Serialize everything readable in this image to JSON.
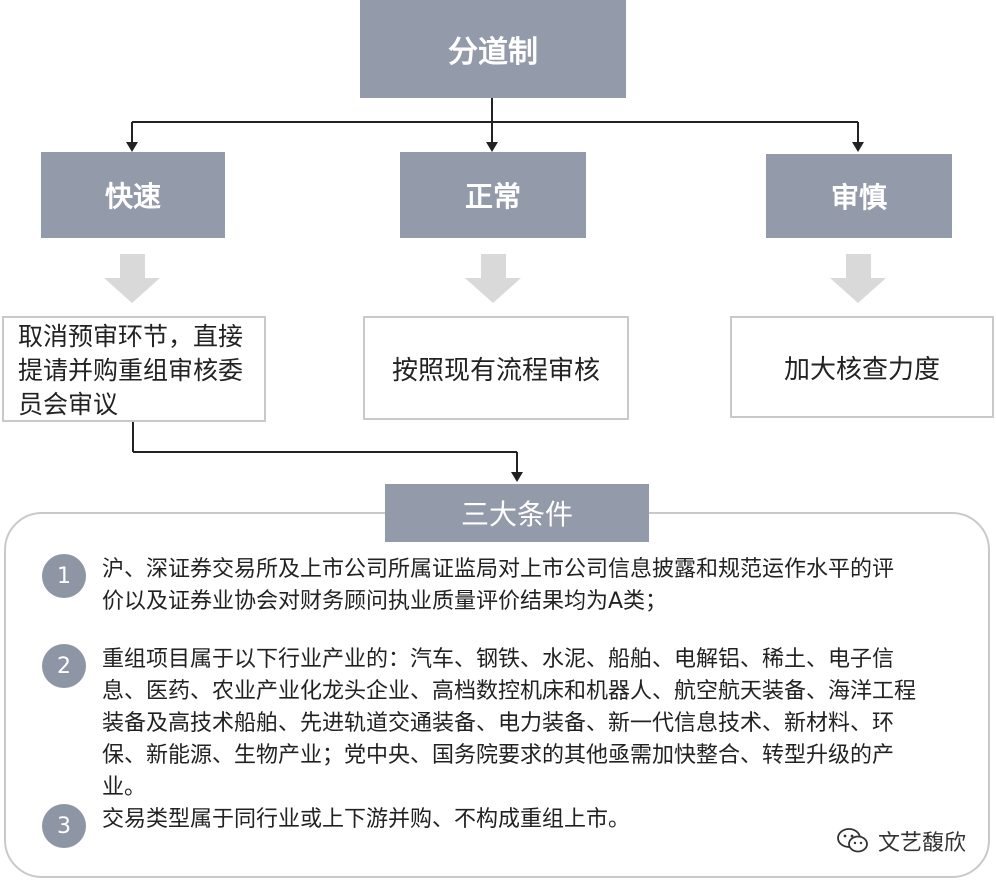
{
  "root": {
    "label": "分道制"
  },
  "tracks": [
    {
      "label": "快速",
      "detail": "取消预审环节，直接提请并购重组审核委员会审议"
    },
    {
      "label": "正常",
      "detail": "按照现有流程审核"
    },
    {
      "label": "审慎",
      "detail": "加大核查力度"
    }
  ],
  "conditions": {
    "title": "三大条件",
    "items": [
      {
        "num": "1",
        "text": "沪、深证券交易所及上市公司所属证监局对上市公司信息披露和规范运作水平的评价以及证券业协会对财务顾问执业质量评价结果均为A类；"
      },
      {
        "num": "2",
        "text": "重组项目属于以下行业产业的：汽车、钢铁、水泥、船舶、电解铝、稀土、电子信息、医药、农业产业化龙头企业、高档数控机床和机器人、航空航天装备、海洋工程装备及高技术船舶、先进轨道交通装备、电力装备、新一代信息技术、新材料、环保、新能源、生物产业；党中央、国务院要求的其他亟需加快整合、转型升级的产业。"
      },
      {
        "num": "3",
        "text": "交易类型属于同行业或上下游并购、不构成重组上市。"
      }
    ]
  },
  "watermark": {
    "text": "文艺馥欣",
    "icon": "wechat-icon"
  },
  "colors": {
    "box_fill": "#939aa9",
    "badge_fill": "#8e96a6",
    "border": "#c9c9c9",
    "arrow_fill": "#d9d9d9"
  }
}
